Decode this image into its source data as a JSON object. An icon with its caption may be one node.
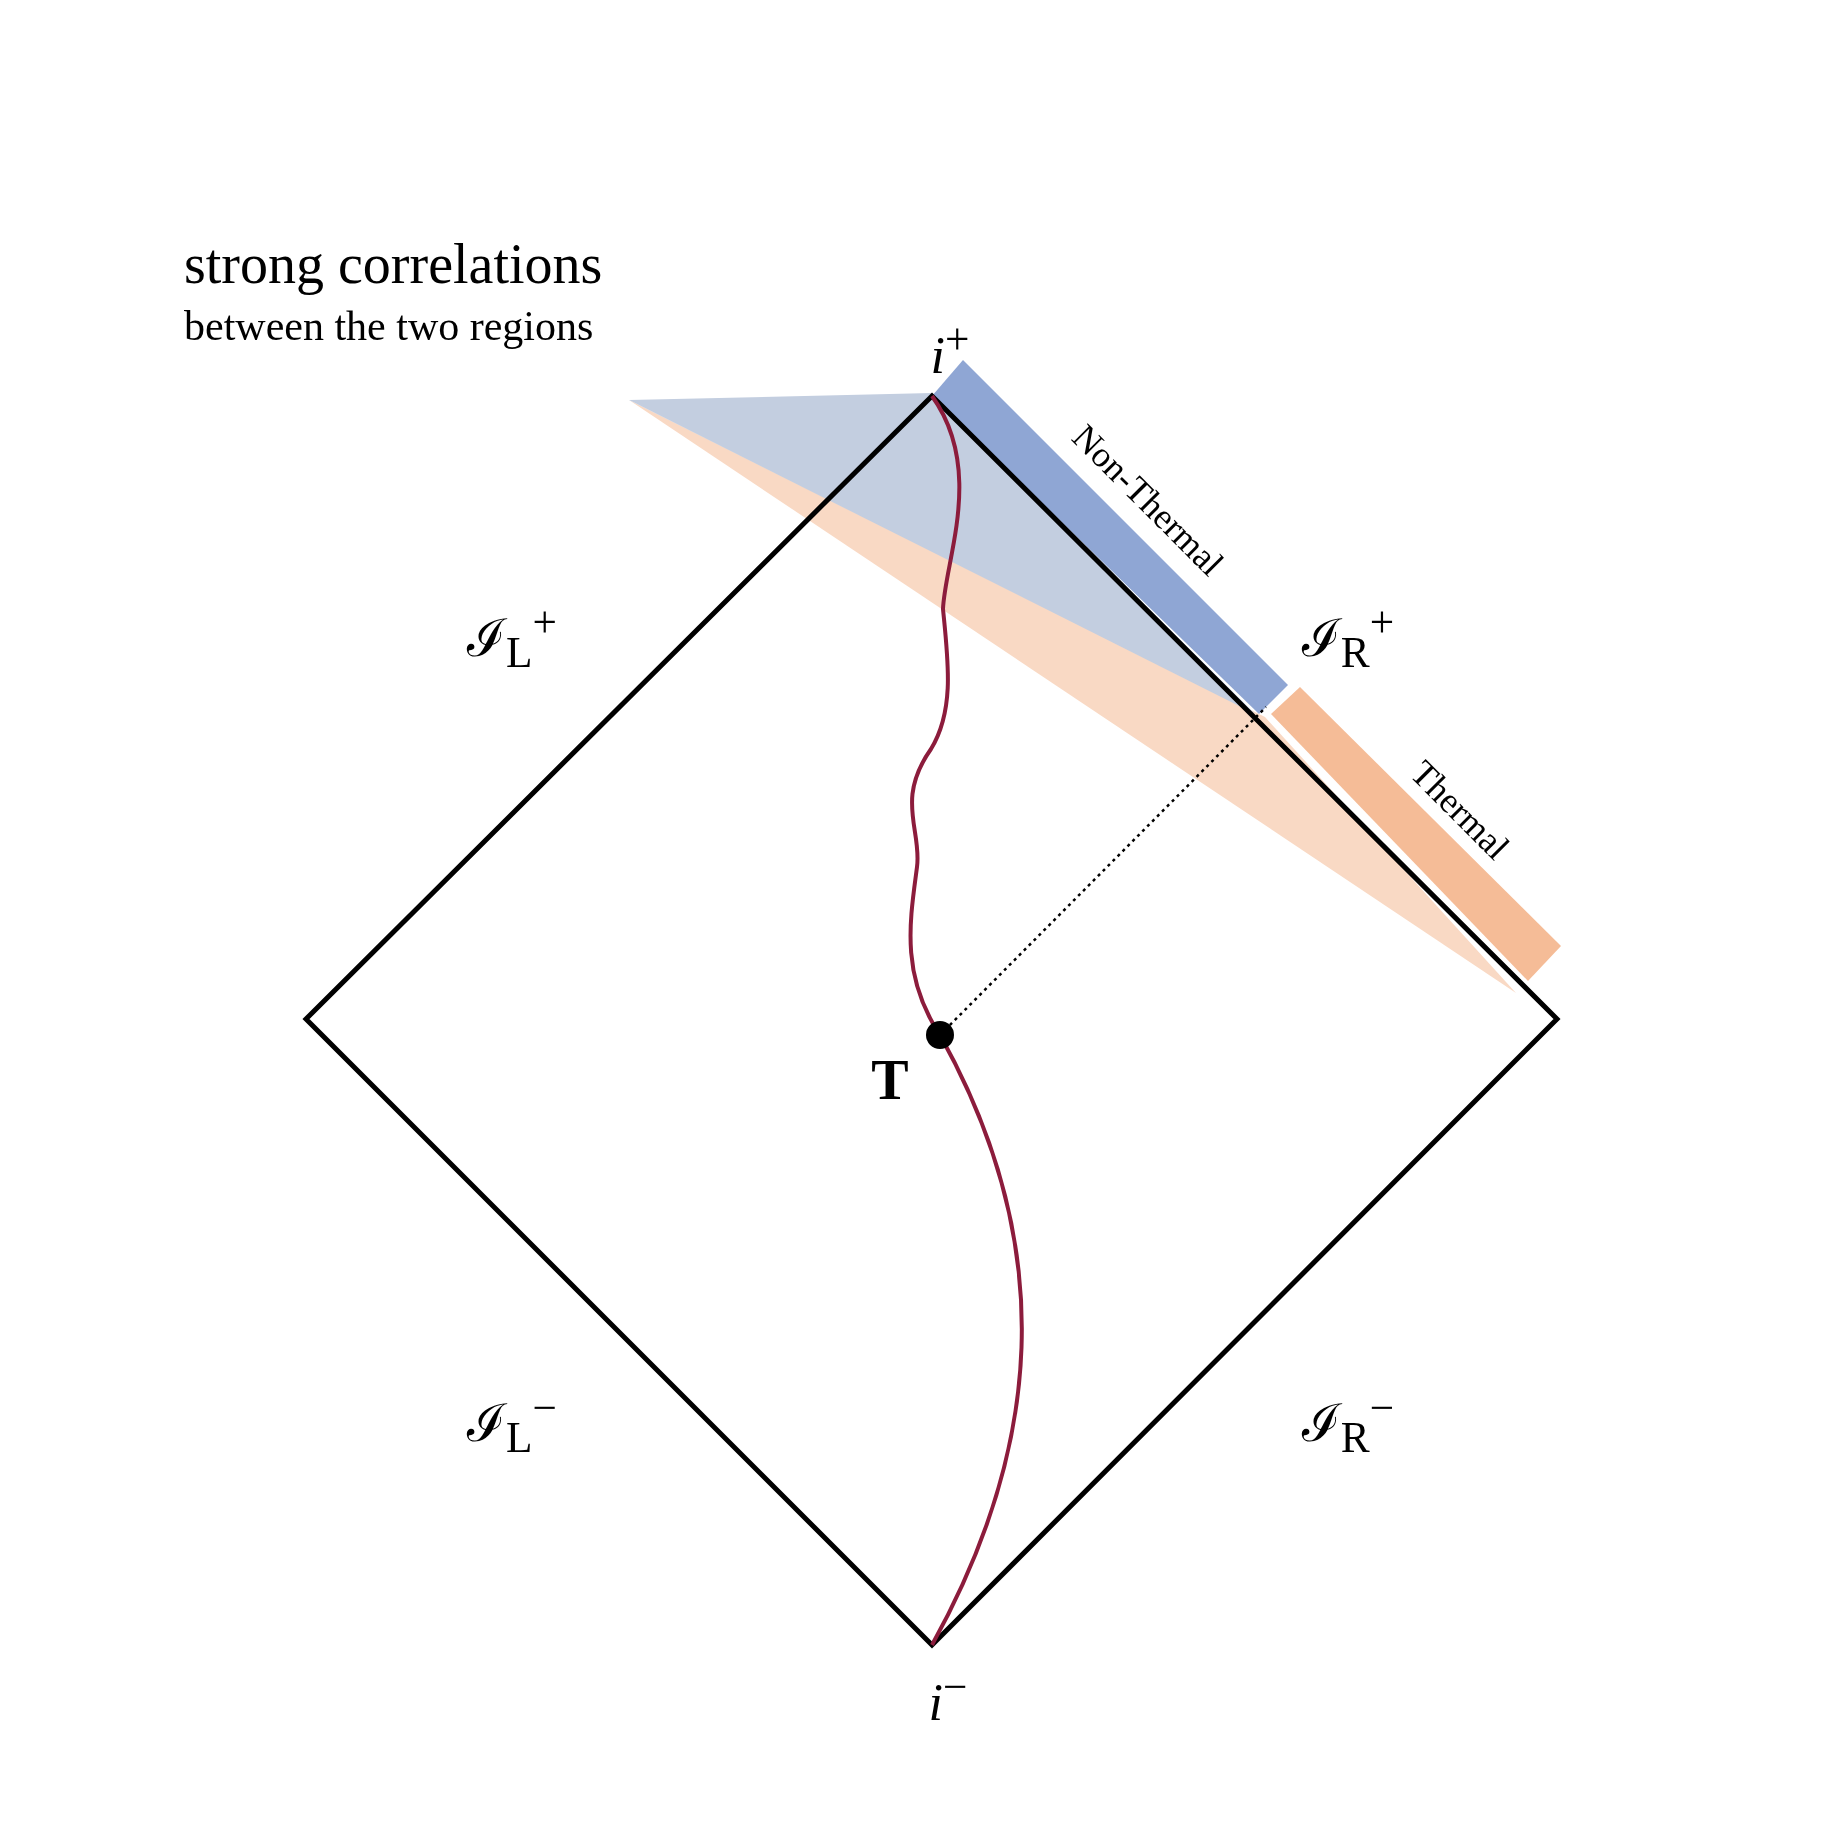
{
  "diagram": {
    "nodes": [
      {
        "text": [],
        "shape": "circle",
        "beside": [
          "T"
        ]
      },
      {
        "text": [],
        "shape": "bar",
        "beside": [
          "Non-Thermal"
        ]
      },
      {
        "text": [],
        "shape": "bar",
        "beside": [
          "Thermal"
        ]
      }
    ],
    "edges": [
      {
        "from": 0,
        "to": 1,
        "arrow": "none",
        "style": "dashed"
      }
    ],
    "labels": [
      "strong correlations",
      "between the two regions",
      "*i*$^{+}$",
      "ℐ$_{L}$$^{+}$",
      "ℐ$_{R}$$^{+}$",
      "ℐ$_{L}$$^{−}$",
      "ℐ$_{R}$$^{−}$",
      "*i*$^{−}$"
    ]
  }
}
